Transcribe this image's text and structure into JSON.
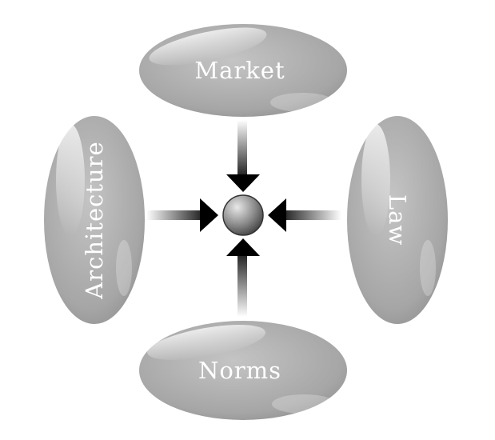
{
  "nodes": {
    "top": "Market",
    "left": "Architecture",
    "right": "Law",
    "bottom": "Norms"
  },
  "colors": {
    "ellipse": "#a8a8a8",
    "arrow": "#000000",
    "text": "#ffffff"
  }
}
